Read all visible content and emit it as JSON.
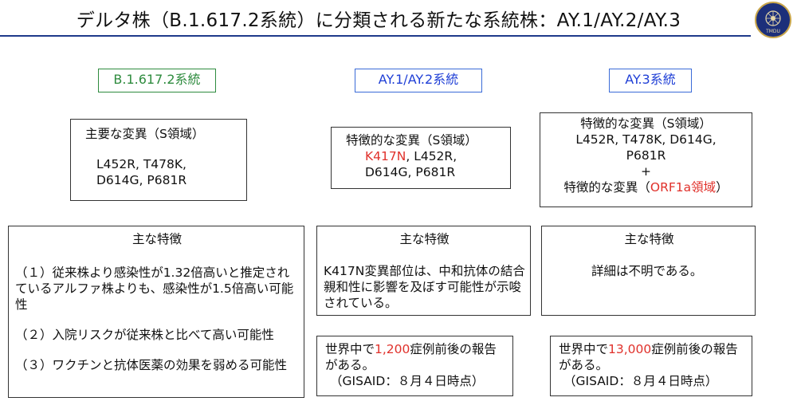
{
  "header": {
    "title": "デルタ株（B.1.617.2系統）に分類される新たな系統株：AY.1/AY.2/AY.3",
    "logo_text": "TMDU"
  },
  "columns": [
    {
      "label": "B.1.617.2系統",
      "label_color": "#2e8b3e",
      "mutations_heading": "主要な変異（S領域）",
      "mutations_line1": "L452R, T478K,",
      "mutations_line2": "D614G, P681R",
      "features_heading": "主な特徴",
      "features": [
        "（１）従来株より感染性が1.32倍高いと推定されているアルファ株よりも、感染性が1.5倍高い可能性",
        "（２）入院リスクが従来株と比べて高い可能性",
        "（３）ワクチンと抗体医薬の効果を弱める可能性"
      ]
    },
    {
      "label": "AY.1/AY.2系統",
      "label_color": "#1f3fd6",
      "mutations_heading": "特徴的な変異（S領域）",
      "mutation_highlight": "K417N",
      "mutations_line1_rest": ", L452R,",
      "mutations_line2": "D614G, P681R",
      "features_heading": "主な特徴",
      "features_text": "K417N変異部位は、中和抗体の結合親和性に影響を及ぼす可能性が示唆されている。",
      "report_prefix": "世界中で",
      "report_count": "1,200",
      "report_suffix": "症例前後の報告がある。",
      "report_source": "（GISAID：８月４日時点）"
    },
    {
      "label": "AY.3系統",
      "label_color": "#1f3fd6",
      "mutations_heading": "特徴的な変異（S領域）",
      "mutations_line1": "L452R, T478K, D614G,",
      "mutations_line2": "P681R",
      "plus": "+",
      "mutations2_prefix": "特徴的な変異（",
      "mutations2_highlight": "ORF1a領域",
      "mutations2_suffix": "）",
      "features_heading": "主な特徴",
      "features_text": "詳細は不明である。",
      "report_prefix": "世界中で",
      "report_count": "13,000",
      "report_suffix": "症例前後の報告がある。",
      "report_source": "（GISAID：８月４日時点）"
    }
  ],
  "colors": {
    "highlight_red": "#e0312b",
    "title_rule": "#1f3a8a"
  }
}
